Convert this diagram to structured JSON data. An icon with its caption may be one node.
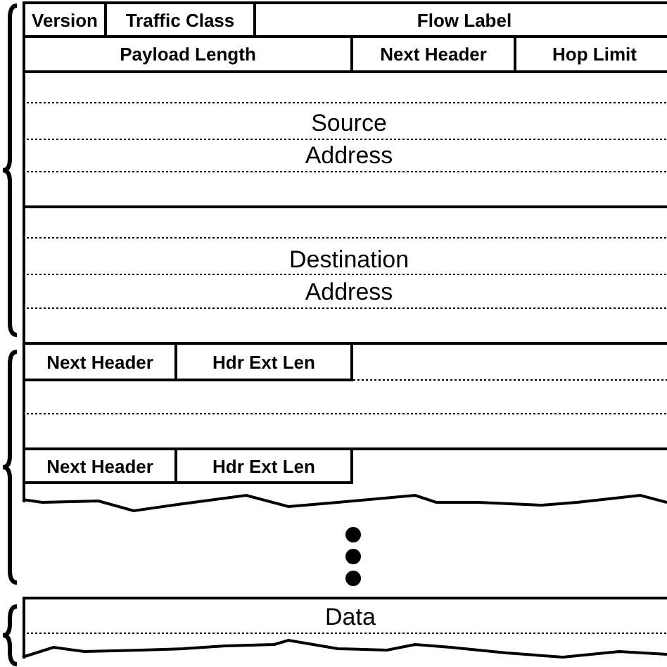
{
  "diagram": {
    "nodes": [
      {
        "text": [
          "Version"
        ]
      },
      {
        "text": [
          "Traffic Class"
        ]
      },
      {
        "text": [
          "Flow Label"
        ]
      },
      {
        "text": [
          "Payload Length"
        ]
      },
      {
        "text": [
          "Next Header"
        ]
      },
      {
        "text": [
          "Hop Limit"
        ]
      },
      {
        "text": [
          "Source Address"
        ]
      },
      {
        "text": [
          "Destination Address"
        ]
      },
      {
        "text": [
          "Next Header"
        ]
      },
      {
        "text": [
          "Hdr Ext Len"
        ]
      },
      {
        "text": [
          "Next Header"
        ]
      },
      {
        "text": [
          "Hdr Ext Len"
        ]
      },
      {
        "text": [
          "Data"
        ]
      }
    ]
  }
}
